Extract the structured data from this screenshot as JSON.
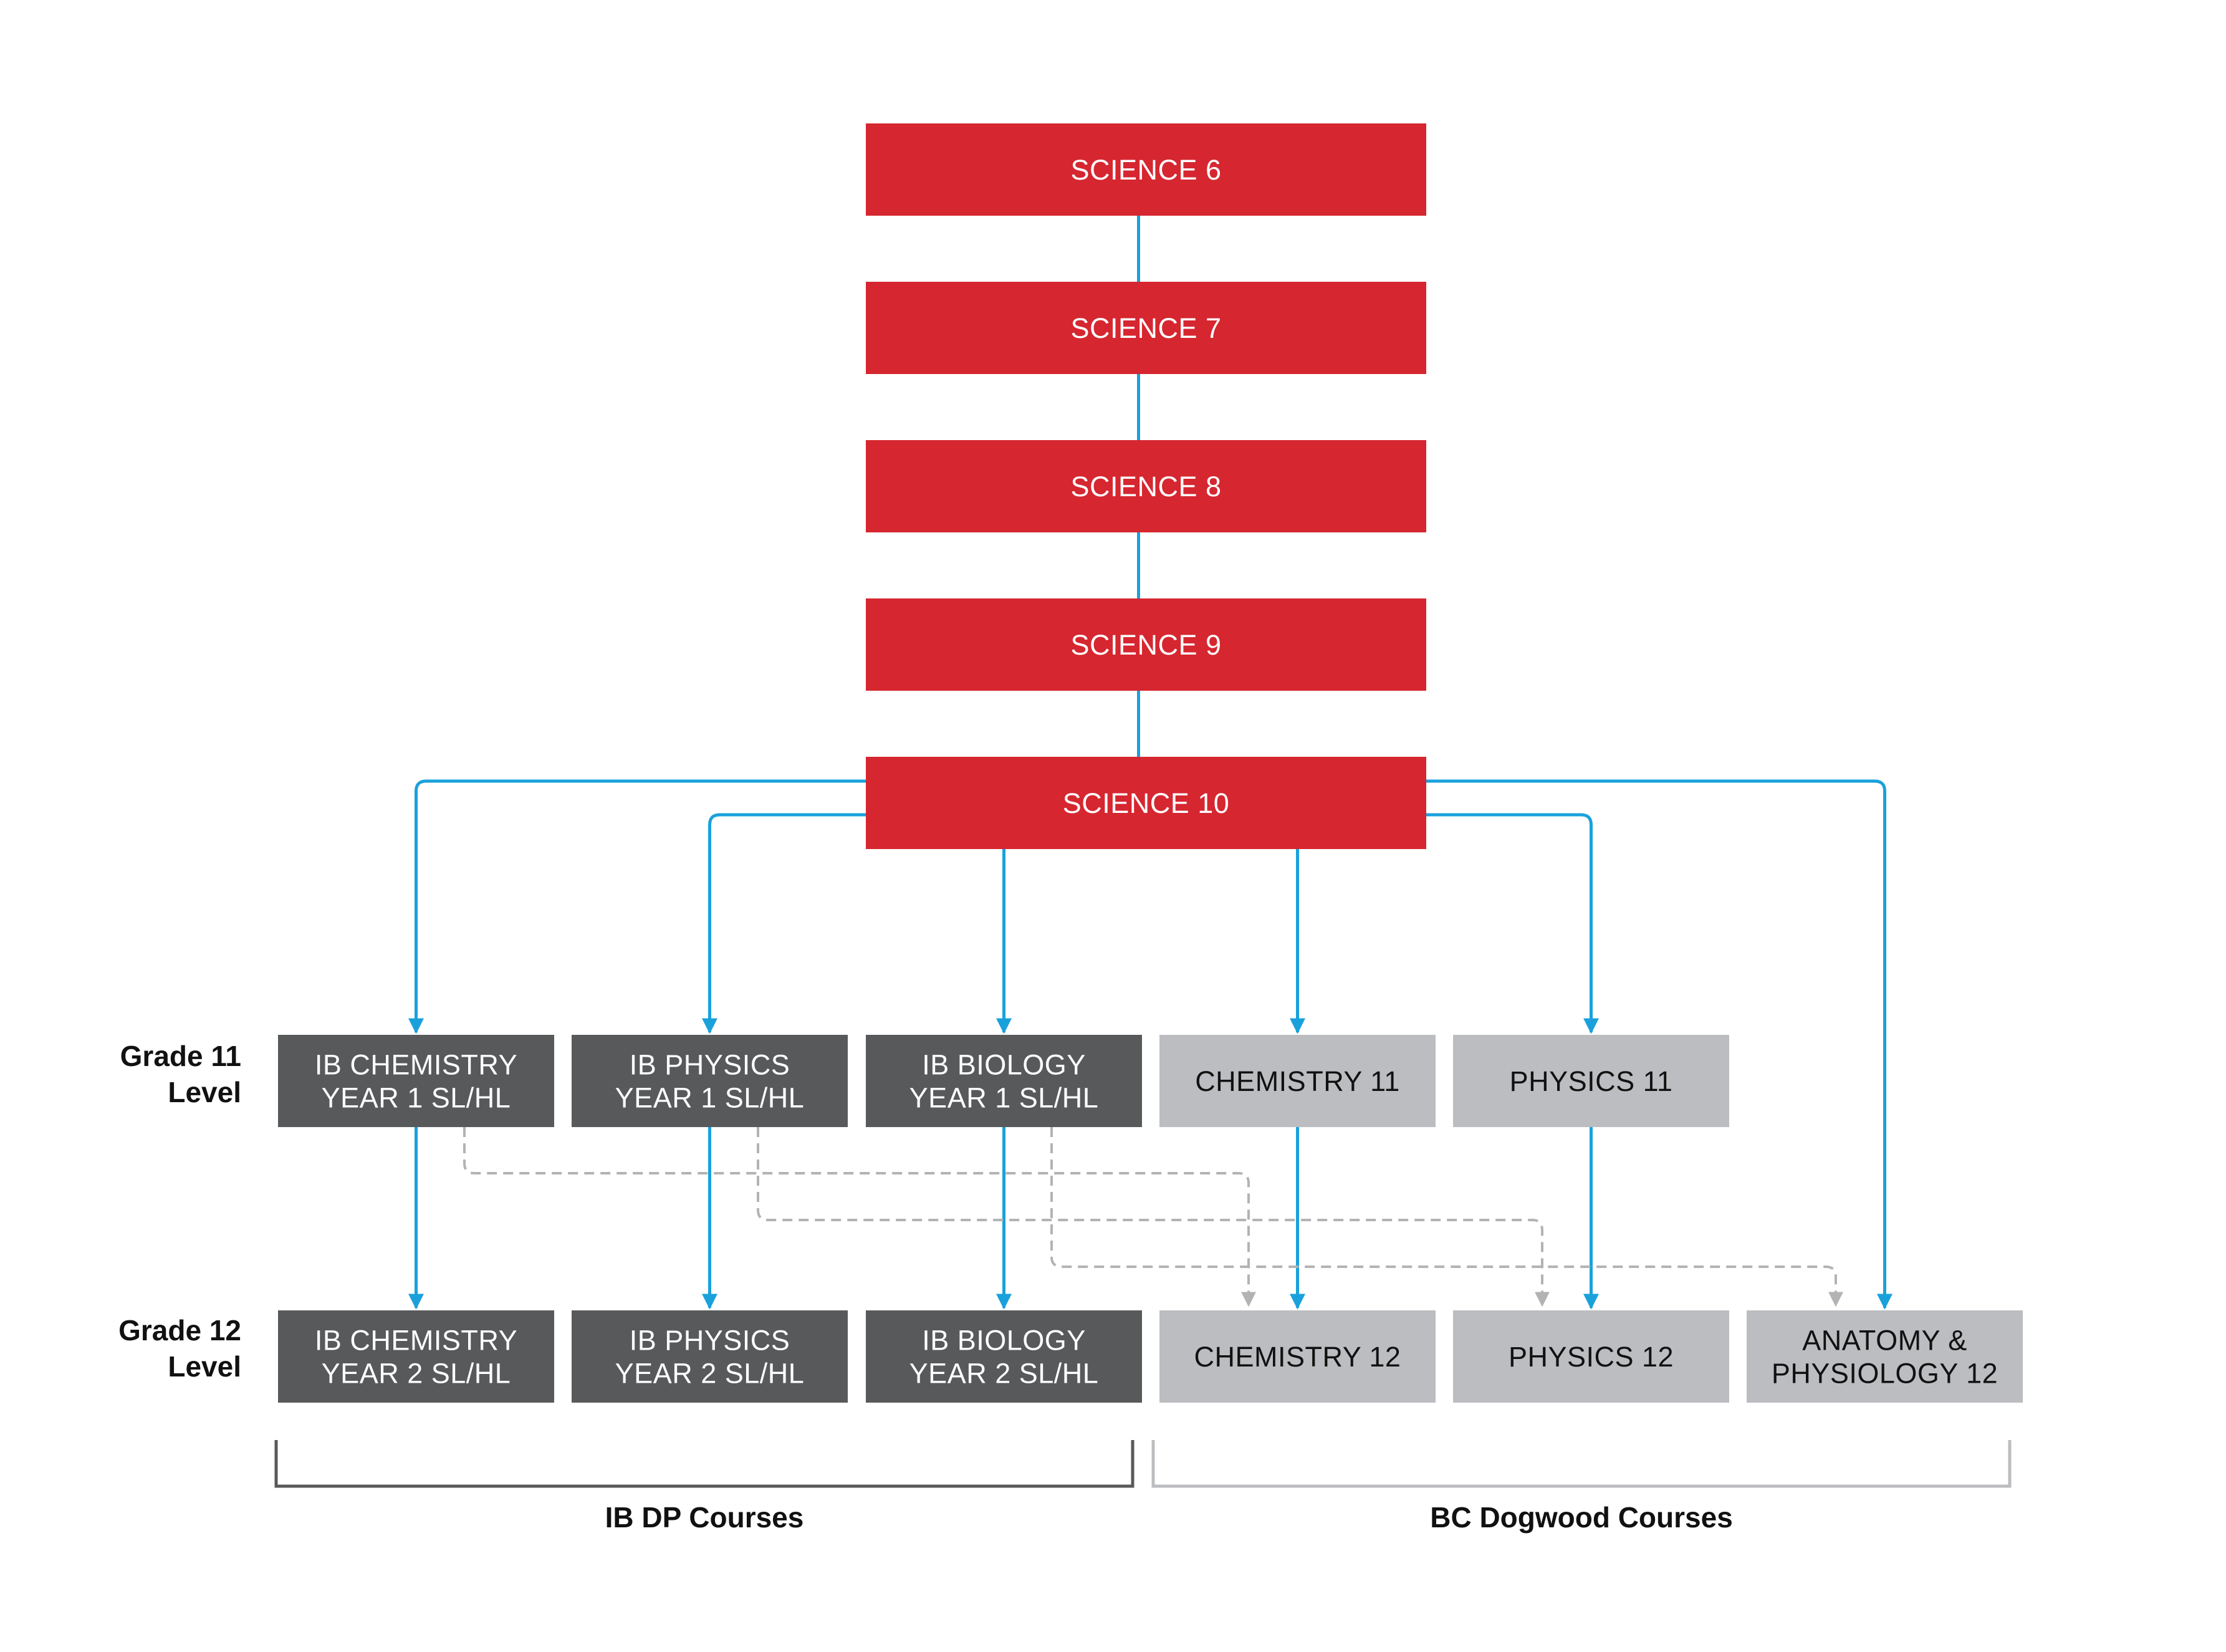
{
  "colors": {
    "red": "#d62630",
    "dark": "#58595b",
    "light": "#bcbdc0",
    "arrow_blue": "#1aa1dc",
    "dashed_gray": "#b3b3b3",
    "ib_bracket": "#58595b",
    "bc_bracket": "#bcbdc0",
    "text_light": "#ffffff",
    "text_dark": "#111111"
  },
  "nodes": {
    "science6": {
      "lines": [
        "SCIENCE 6"
      ]
    },
    "science7": {
      "lines": [
        "SCIENCE 7"
      ]
    },
    "science8": {
      "lines": [
        "SCIENCE 8"
      ]
    },
    "science9": {
      "lines": [
        "SCIENCE 9"
      ]
    },
    "science10": {
      "lines": [
        "SCIENCE 10"
      ]
    },
    "ib_chem1": {
      "lines": [
        "IB CHEMISTRY",
        "YEAR 1 SL/HL"
      ]
    },
    "ib_phys1": {
      "lines": [
        "IB PHYSICS",
        "YEAR 1 SL/HL"
      ]
    },
    "ib_bio1": {
      "lines": [
        "IB BIOLOGY",
        "YEAR 1 SL/HL"
      ]
    },
    "chem11": {
      "lines": [
        "CHEMISTRY 11"
      ]
    },
    "phys11": {
      "lines": [
        "PHYSICS 11"
      ]
    },
    "ib_chem2": {
      "lines": [
        "IB CHEMISTRY",
        "YEAR 2 SL/HL"
      ]
    },
    "ib_phys2": {
      "lines": [
        "IB PHYSICS",
        "YEAR 2 SL/HL"
      ]
    },
    "ib_bio2": {
      "lines": [
        "IB BIOLOGY",
        "YEAR 2 SL/HL"
      ]
    },
    "chem12": {
      "lines": [
        "CHEMISTRY 12"
      ]
    },
    "phys12": {
      "lines": [
        "PHYSICS 12"
      ]
    },
    "anat12": {
      "lines": [
        "ANATOMY &",
        "PHYSIOLOGY 12"
      ]
    }
  },
  "levels": {
    "grade11": {
      "lines": [
        "Grade 11",
        "Level"
      ]
    },
    "grade12": {
      "lines": [
        "Grade 12",
        "Level"
      ]
    }
  },
  "groups": {
    "ib": {
      "label": "IB DP Courses"
    },
    "bc": {
      "label": "BC Dogwood Courses"
    }
  },
  "edges": [
    {
      "from": "science6",
      "to": "science7",
      "style": "solid"
    },
    {
      "from": "science7",
      "to": "science8",
      "style": "solid"
    },
    {
      "from": "science8",
      "to": "science9",
      "style": "solid"
    },
    {
      "from": "science9",
      "to": "science10",
      "style": "solid"
    },
    {
      "from": "science10",
      "to": "ib_chem1",
      "style": "arrow"
    },
    {
      "from": "science10",
      "to": "ib_phys1",
      "style": "arrow"
    },
    {
      "from": "science10",
      "to": "ib_bio1",
      "style": "arrow"
    },
    {
      "from": "science10",
      "to": "chem11",
      "style": "arrow"
    },
    {
      "from": "science10",
      "to": "phys11",
      "style": "arrow"
    },
    {
      "from": "science10",
      "to": "anat12",
      "style": "arrow"
    },
    {
      "from": "ib_chem1",
      "to": "ib_chem2",
      "style": "arrow"
    },
    {
      "from": "ib_phys1",
      "to": "ib_phys2",
      "style": "arrow"
    },
    {
      "from": "ib_bio1",
      "to": "ib_bio2",
      "style": "arrow"
    },
    {
      "from": "chem11",
      "to": "chem12",
      "style": "arrow"
    },
    {
      "from": "phys11",
      "to": "phys12",
      "style": "arrow"
    },
    {
      "from": "ib_chem1",
      "to": "chem12",
      "style": "dashed"
    },
    {
      "from": "ib_phys1",
      "to": "phys12",
      "style": "dashed"
    },
    {
      "from": "ib_bio1",
      "to": "anat12",
      "style": "dashed"
    }
  ]
}
